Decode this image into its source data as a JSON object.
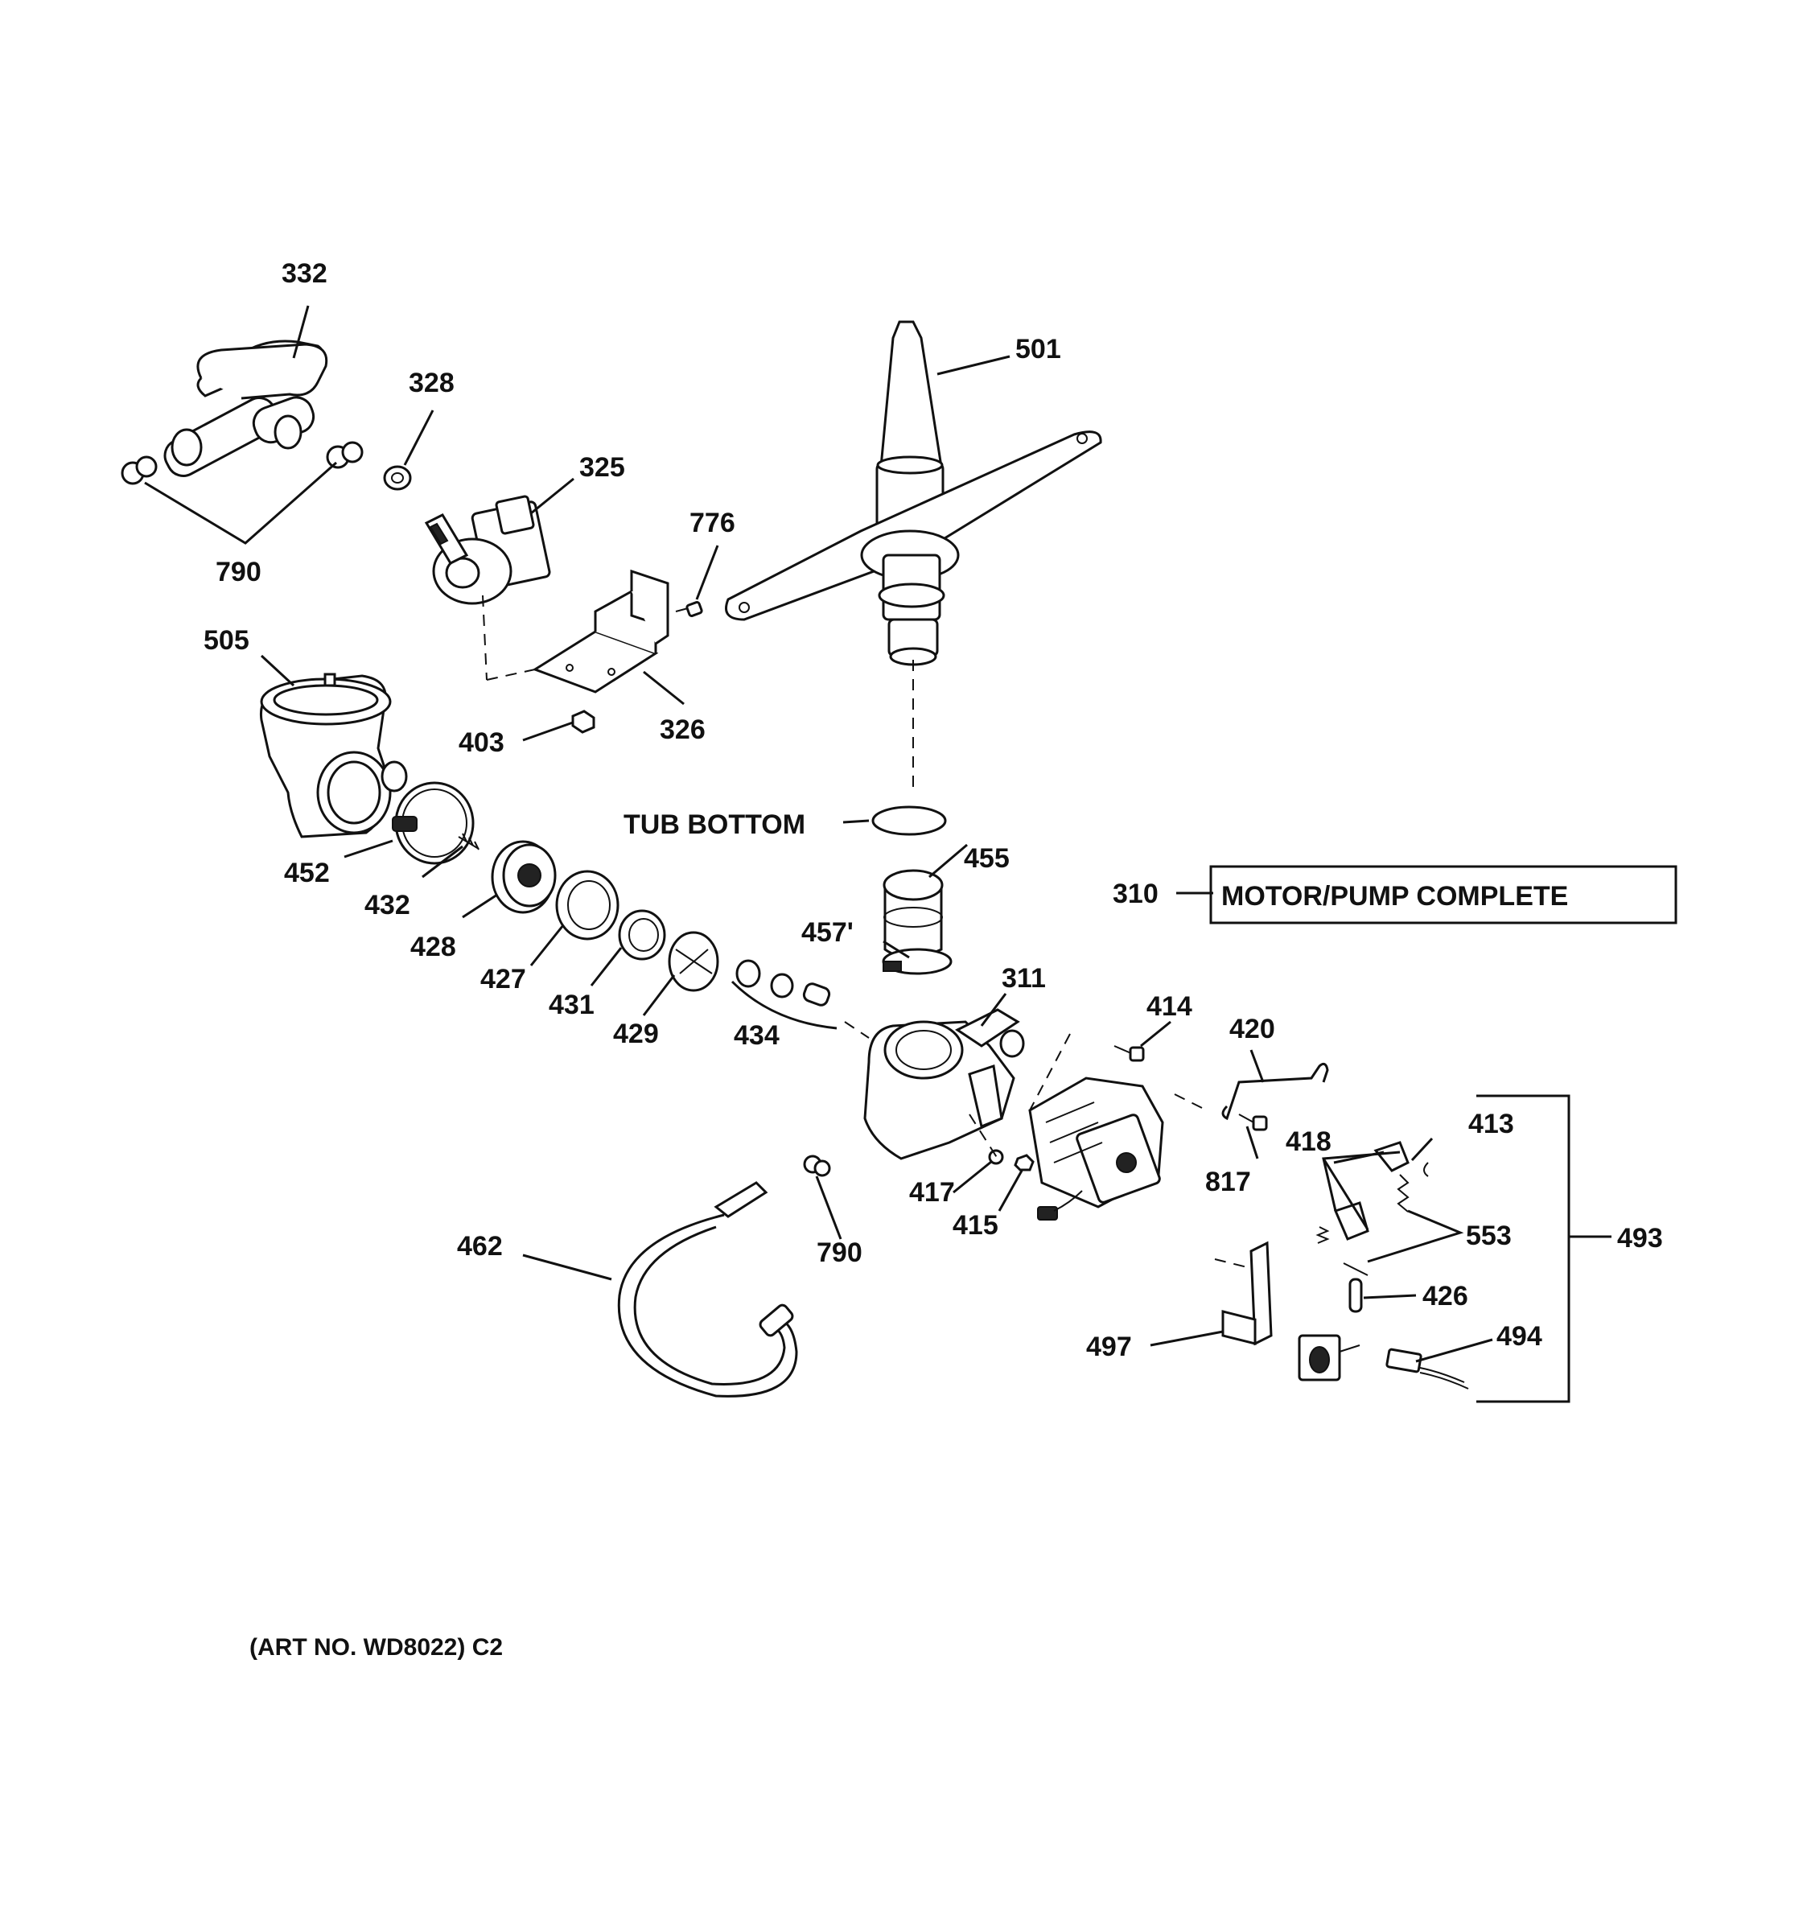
{
  "parts": {
    "p332": "332",
    "p328": "328",
    "p325": "325",
    "p790a": "790",
    "p501": "501",
    "p776": "776",
    "p505": "505",
    "p403": "403",
    "p326": "326",
    "p452": "452",
    "p432": "432",
    "p428": "428",
    "p427": "427",
    "p431": "431",
    "p429": "429",
    "p434": "434",
    "p455": "455",
    "p457": "457'",
    "p311": "311",
    "p310": "310",
    "p414": "414",
    "p420": "420",
    "p413": "413",
    "p418": "418",
    "p553": "553",
    "p493": "493",
    "p817": "817",
    "p417": "417",
    "p415": "415",
    "p462": "462",
    "p790b": "790",
    "p426": "426",
    "p497": "497",
    "p494": "494"
  },
  "callouts": {
    "tub_bottom": "TUB BOTTOM",
    "motor_pump": "MOTOR/PUMP COMPLETE"
  },
  "footer": {
    "art_number": "(ART NO. WD8022) C2"
  }
}
